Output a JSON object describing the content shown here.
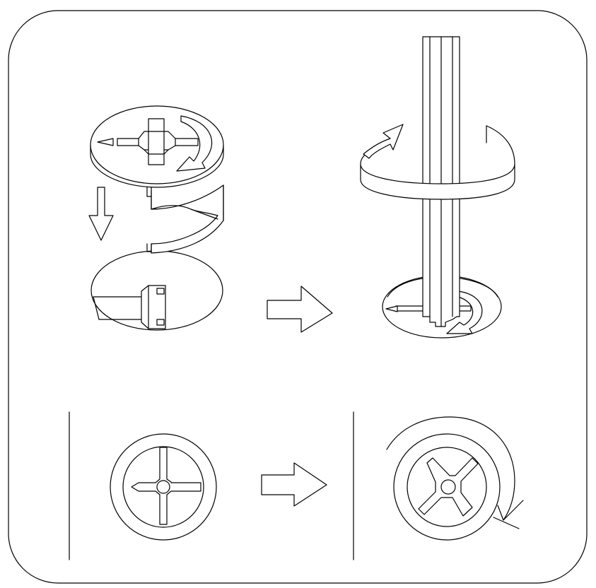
{
  "figure": {
    "panels": [
      {
        "id": "cam-lock-insert",
        "icon": "cam-lock-insert-icon"
      },
      {
        "id": "screwdriver-rotate",
        "icon": "screwdriver-rotate-icon"
      },
      {
        "id": "cam-head-before",
        "icon": "cam-head-open-icon"
      },
      {
        "id": "cam-head-after",
        "icon": "cam-head-locked-icon"
      }
    ],
    "arrows": [
      "right-arrow-icon",
      "right-arrow-icon",
      "down-arrow-icon",
      "rotate-clockwise-icon"
    ],
    "colors": {
      "stroke": "#000000",
      "fill": "#ffffff",
      "background": "#ffffff"
    }
  }
}
